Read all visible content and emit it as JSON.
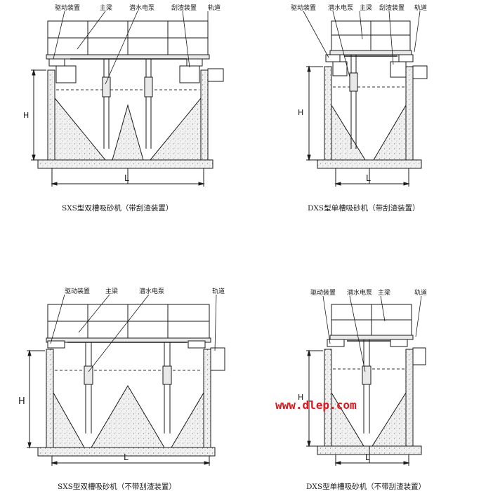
{
  "labels": {
    "drive": "驱动装置",
    "girder": "主梁",
    "pump": "潜水电泵",
    "scraper": "刮渣装置",
    "rail": "轨道",
    "h": "H",
    "l": "L"
  },
  "captions": {
    "tl": "SXS型双槽吸砂机（带刮渣装置）",
    "tr": "DXS型单槽吸砂机（带刮渣装置）",
    "bl": "SXS型双槽吸砂机（不带刮渣装置）",
    "br": "DXS型单槽吸砂机（不带刮渣装置）"
  },
  "watermark": "www.dlep.com",
  "colors": {
    "line": "#1a1a1a",
    "fill": "#e9e9e9",
    "water": "#333333",
    "watermark": "#e0141c"
  }
}
